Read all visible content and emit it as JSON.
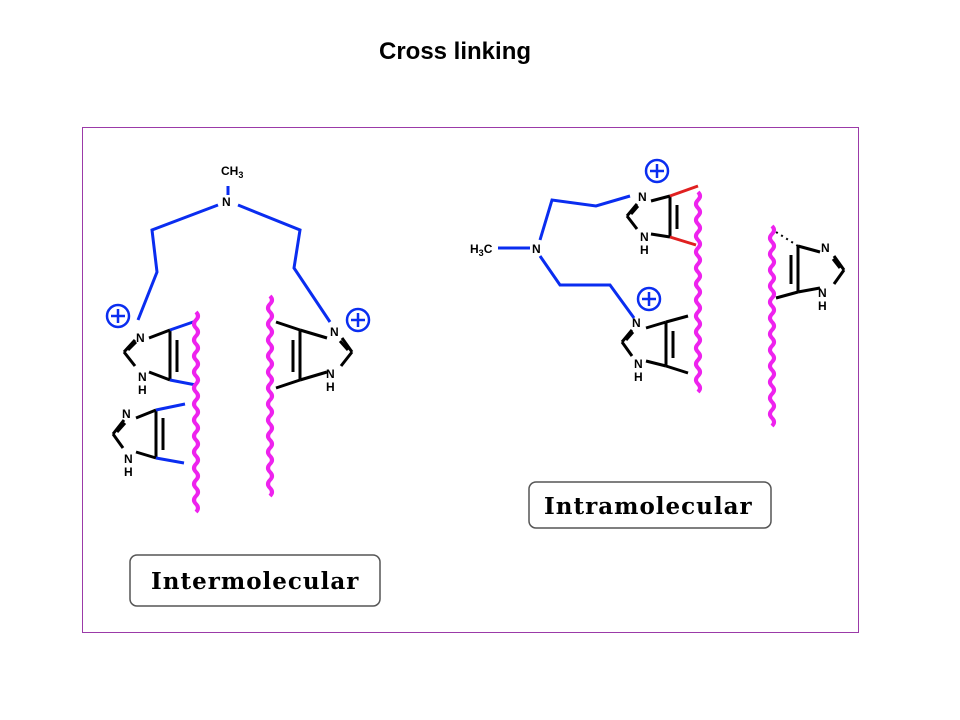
{
  "title": "Cross linking",
  "labels": {
    "intermolecular": "Intermolecular",
    "intramolecular": "Intramolecular"
  },
  "atoms": {
    "ch3": "CH",
    "ch3_sub": "3",
    "h3c_h": "H",
    "h3c_sub": "3",
    "h3c_c": "C",
    "n": "N",
    "nh": "NH",
    "h": "H",
    "plus": "+"
  },
  "colors": {
    "linker": "#0a2df0",
    "polymer_chain": "#ee22ee",
    "reactive_bond": "#e02020",
    "frame": "#9b3aa8",
    "text": "#000000"
  }
}
